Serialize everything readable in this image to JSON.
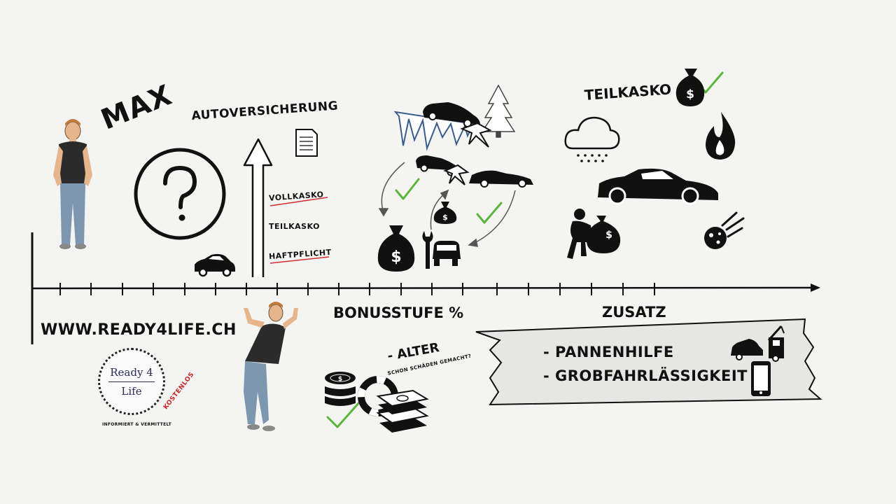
{
  "labels": {
    "max": "MAX",
    "autoversicherung": "AUTOVERSICHERUNG",
    "vollkasko": "VOLLKASKO",
    "teilkasko_small": "TEILKASKO",
    "haftpflicht": "HAFTPFLICHT",
    "teilkasko": "TEILKASKO",
    "bonusstufe": "BONUSSTUFE %",
    "zusatz": "ZUSATZ",
    "website": "WWW.READY4LIFE.CH",
    "alter": "- ALTER",
    "schaeden": "SCHON SCHÄDEN GEMACHT?",
    "pannenhilfe": "- PANNENHILFE",
    "grobfahrlaessigkeit": "- GROBFAHRLÄSSIGKEIT"
  },
  "logo": {
    "line1": "Ready 4",
    "line2": "Life",
    "tag_red": "KOSTENLOS",
    "tagline": "INFORMIERT & VERMITTELT"
  },
  "icons": [
    "person-icon",
    "question-mark-icon",
    "document-icon",
    "car-icon",
    "arrow-up-icon",
    "car-crash-icon",
    "tree-icon",
    "icicles-icon",
    "money-bag-icon",
    "wrench-car-icon",
    "check-icon",
    "snow-cloud-icon",
    "fire-icon",
    "sports-car-icon",
    "thief-icon",
    "meteor-icon",
    "coins-icon",
    "lifebuoy-icon",
    "cash-stack-icon",
    "tow-truck-icon",
    "smartphone-icon",
    "cheering-person-icon"
  ],
  "colors": {
    "ink": "#111111",
    "check_green": "#5bb53a",
    "underline_red": "#d32f2f",
    "logo_text": "#2c2b5a",
    "banner_fill": "#e6e6e4"
  }
}
